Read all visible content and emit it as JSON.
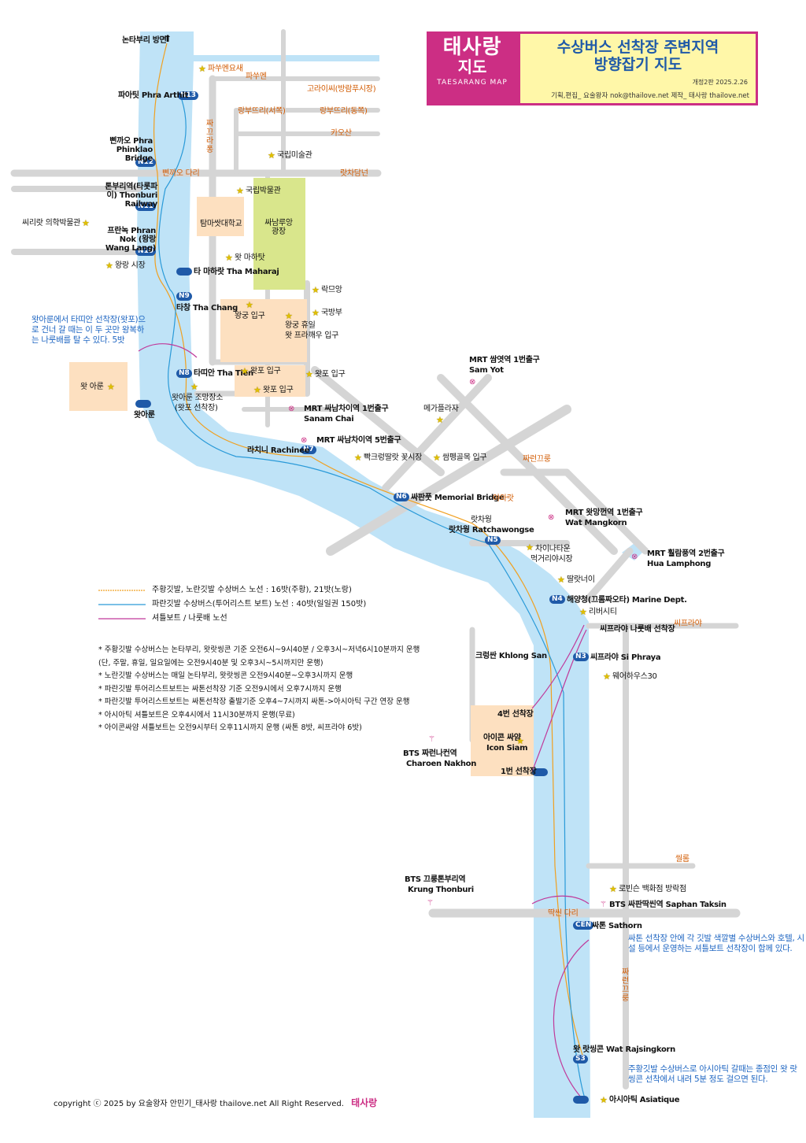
{
  "brand": {
    "korean_line1": "태사랑",
    "korean_line2": "지도",
    "english": "TAESARANG MAP"
  },
  "title": {
    "line1": "수상버스 선착장 주변지역",
    "line2": "방향잡기 지도"
  },
  "edition": "개정2판 2025.2.26",
  "credits": "기획,편집_ 요술왕자 nok@thailove.net   제작_ 태사랑 thailove.net",
  "colors": {
    "river": "#bfe3f7",
    "road": "#d5d5d5",
    "accent": "#cc2e84",
    "pier": "#1f5aa8",
    "park": "#d9e68c",
    "zone": "#fde0c0",
    "road_label": "#d25a00",
    "note_text": "#1f66c2"
  },
  "piers": [
    {
      "code": "N13",
      "label": "파아팃 Phra Arthit"
    },
    {
      "code": "N12",
      "label": "삔까오 Phra Phinklao Bridge"
    },
    {
      "code": "N11",
      "label": "톤부리역(타롯파이) Thonburi Railway"
    },
    {
      "code": "N10",
      "label": "프란녹 Phran Nok (왕랑 Wang Lang)"
    },
    {
      "code": "N9",
      "label": "타창 Tha Chang"
    },
    {
      "code": "N8",
      "label": "타띠안 Tha Tien"
    },
    {
      "code": "N7",
      "label": "라치니 Rachinee"
    },
    {
      "code": "N6",
      "label": "싸판풋 Memorial Bridge"
    },
    {
      "code": "N5",
      "label": "랏차웡 Ratchawongse"
    },
    {
      "code": "N4",
      "label": "해양청(끄롬짜오타) Marine Dept."
    },
    {
      "code": "N3",
      "label": "씨프라야 Si Phraya"
    },
    {
      "code": "CEN",
      "label": "싸톤 Sathorn"
    },
    {
      "code": "S3",
      "label": "왓 랏씽콘 Wat Rajsingkorn"
    }
  ],
  "labels": {
    "north": "논타부리 방면",
    "tha_maharaj": "타 마하랏 Tha Maharaj",
    "wat_arun_pier": "왓아룬",
    "wat_arun": "왓 아룬",
    "wat_arun_view": "왓아룬 조망장소",
    "wat_arun_view2": "(왓포 선착장)",
    "pier4": "4번 선착장",
    "pier1": "1번 선착장",
    "khlong_san": "크렁싼 Khlong San",
    "lat_chawong": "랏차웡",
    "asiatique": "아시아틱 Asiatique",
    "nanglong_pier": "씨프라야 나룻배 선착장",
    "wat_arun_cross": "왓아룬에서 타띠안 선착장(왓포)으로 건너 갈 때는 이 두 곳만 왕복하는 나룻배를 탈 수 있다. 5밧",
    "sathorn_note": "싸톤 선착장 안에 각 깃발 색깔별 수상버스와 호텔, 시설 등에서 운영하는 셔틀보트 선착장이 함께 있다.",
    "asiatique_note": "주황깃발 수상버스로 아시아틱 갈때는 종점인 왓 랏씽콘 선착에서 내려 5분 정도 걸으면 된다."
  },
  "roads": [
    "파쑤멘",
    "짜끄라퐁",
    "삔까오 다리",
    "랏차담넌",
    "짜런끄룽",
    "야와랏",
    "딱씬 다리",
    "씨프라야",
    "씰롬",
    "짜런끄룽",
    "랑부뜨리(동쪽)",
    "랑부뜨리(서쪽)",
    "카오산",
    "고라이씨(방람푸시장)",
    "탐마쌋대학교",
    "싸남루앙 광장"
  ],
  "places": {
    "phasumen": "파쑤멘요새",
    "museum_gallery": "국립미술관",
    "museum": "국립박물관",
    "siriraj": "씨리랏 의학박물관",
    "wanglang": "왕랑 시장",
    "wat_mahathat": "왓 마하탓",
    "lak_mueang": "락므앙",
    "defense": "국방부",
    "palace_gate": "왕궁 입구",
    "palace_rest": "왕궁 휴일",
    "emerald": "왓 프라깨우 입구",
    "wat_pho1": "왓포 입구",
    "wat_pho2": "왓포 입구",
    "wat_pho3": "왓포 입구",
    "mega": "메가플라자",
    "flower": "빡크렁딸랏 꽃시장",
    "sampheng": "쌈펭골목 입구",
    "chinatown": "차이나타운",
    "chinatown2": "먹거리야시장",
    "talat_noi": "딸랏너이",
    "river_city": "리버시티",
    "warehouse": "웨어하우스30",
    "iconsiam": "아이콘 싸얌",
    "iconsiam_en": "Icon Siam",
    "robinson": "로빈슨 백화점 방락점"
  },
  "stations": {
    "sam_yot": "MRT 쌈엿역 1번출구",
    "sam_yot_en": "Sam Yot",
    "sanam1": "MRT 싸남차이역 1번출구",
    "sanam1_en": "Sanam Chai",
    "sanam5": "MRT 싸남차이역 5번출구",
    "wat_mangkon": "MRT 왓망껀역 1번출구",
    "wat_mangkon_en": "Wat Mangkorn",
    "hua_lamphong": "MRT 훨람풍역 2번출구",
    "hua_lamphong_en": "Hua Lamphong",
    "charoen": "BTS 짜런나컨역",
    "charoen_en": "Charoen Nakhon",
    "krung": "BTS 끄룽톤부리역",
    "krung_en": "Krung Thonburi",
    "taksin": "BTS 싸판딱씬역 Saphan Taksin"
  },
  "legend": [
    {
      "color": "#f0a020",
      "text": "주황깃발, 노란깃발 수상버스 노선 : 16밧(주황), 21밧(노랑)"
    },
    {
      "color": "#2a9ad8",
      "text": "파란깃발 수상버스(투어리스트 보트) 노선 : 40밧(일일권 150밧)"
    },
    {
      "color": "#c0399a",
      "text": "셔틀보트 / 나룻배 노선"
    }
  ],
  "notes": [
    "* 주황깃발 수상버스는 논타부리, 왓랏씽콘 기준 오전6시~9시40분 / 오후3시~저녁6시10분까지 운행",
    "  (단, 주말, 휴일, 일요일에는 오전9시40분 및 오후3시~5시까지만 운행)",
    "* 노란깃발 수상버스는 매일 논타부리, 왓랏씽콘 오전9시40분~오후3시까지 운행",
    "* 파란깃발 투어리스트보트는 싸톤선착장 기준 오전9시에서 오후7시까지 운행",
    "* 파란깃발 투어리스트보트는 싸톤선착장 출발기준 오후4~7시까지 싸톤->아시아틱 구간 연장 운행",
    "* 아시아틱 셔틀보트은 오후4시에서 11시30분까지 운행(무료)",
    "* 아이콘싸얌 셔틀보트는 오전9시부터 오후11시까지 운행 (싸톤 8밧, 씨프라야 6밧)"
  ],
  "footer": {
    "copyright": "copyright ⓒ 2025 by 요술왕자 안민기_태사랑   thailove.net   All Right Reserved.",
    "brand": "태사랑"
  }
}
